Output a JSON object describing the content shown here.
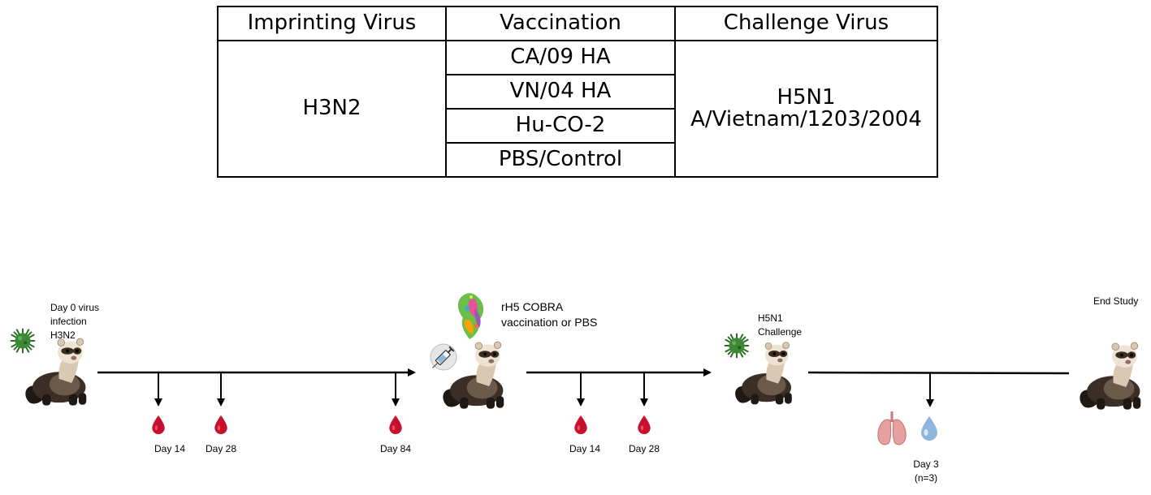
{
  "table": {
    "headers": [
      "Imprinting Virus",
      "Vaccination",
      "Challenge Virus"
    ],
    "imprinting_virus": "H3N2",
    "vaccinations": [
      "CA/09 HA",
      "VN/04 HA",
      "Hu-CO-2",
      "PBS/Control"
    ],
    "challenge_virus": {
      "line1": "H5N1",
      "line2": "A/Vietnam/1203/2004"
    }
  },
  "timeline": {
    "start": {
      "line1": "Day 0 virus",
      "line2": "infection",
      "line3": "H3N2"
    },
    "vaccination": {
      "line1": "rH5 COBRA",
      "line2": "vaccination or PBS"
    },
    "challenge": {
      "line1": "H5N1",
      "line2": "Challenge"
    },
    "end": "End Study",
    "phase1_bleeds": [
      "Day 14",
      "Day 28",
      "Day 84"
    ],
    "phase2_bleeds": [
      "Day 14",
      "Day 28"
    ],
    "necropsy": {
      "day": "Day 3",
      "n": "(n=3)"
    }
  },
  "colors": {
    "blood": "#c8102e",
    "ferret_dark": "#2b221c",
    "ferret_light": "#e9dccb",
    "virus": "#2e6b2a",
    "lung": "#e7a0a0",
    "fluid": "#8fb7dd"
  }
}
